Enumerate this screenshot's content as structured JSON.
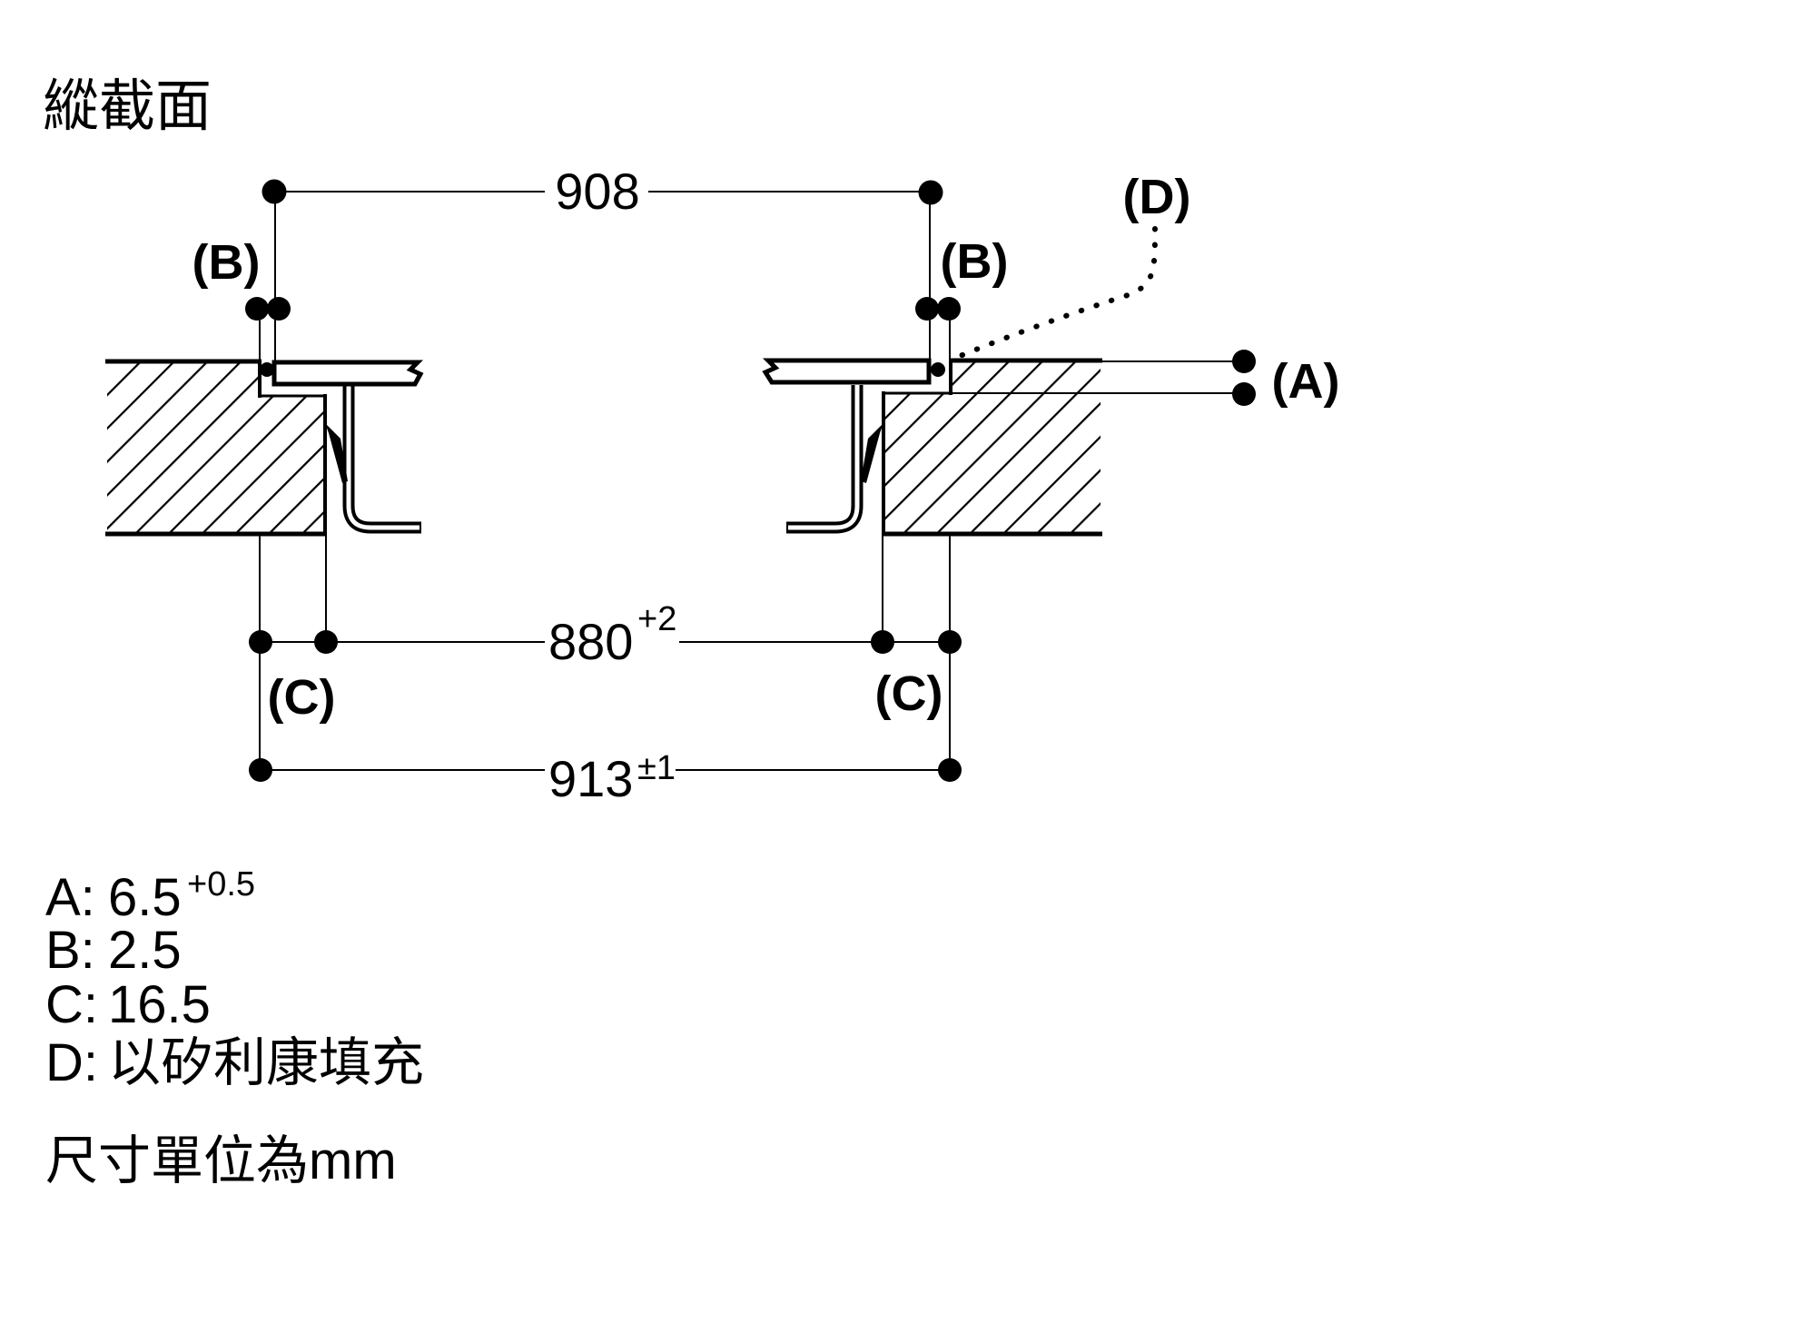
{
  "title": "縱截面",
  "dimensions": {
    "glass_width": {
      "value": "908",
      "tolerance": ""
    },
    "cutout_inner_width": {
      "value": "880",
      "tolerance": "+2"
    },
    "cutout_outer_width": {
      "value": "913",
      "tolerance": "±1"
    }
  },
  "ref_labels": {
    "a": "(A)",
    "b": "(B)",
    "c": "(C)",
    "d": "(D)"
  },
  "legend": [
    {
      "key": "A:",
      "value": "6.5",
      "tolerance": "+0.5"
    },
    {
      "key": "B:",
      "value": "2.5",
      "tolerance": ""
    },
    {
      "key": "C:",
      "value": "16.5",
      "tolerance": ""
    },
    {
      "key": "D:",
      "value": "以矽利康填充",
      "tolerance": ""
    }
  ],
  "units_note": "尺寸單位為mm",
  "colors": {
    "ink": "#000000",
    "background": "#ffffff"
  }
}
